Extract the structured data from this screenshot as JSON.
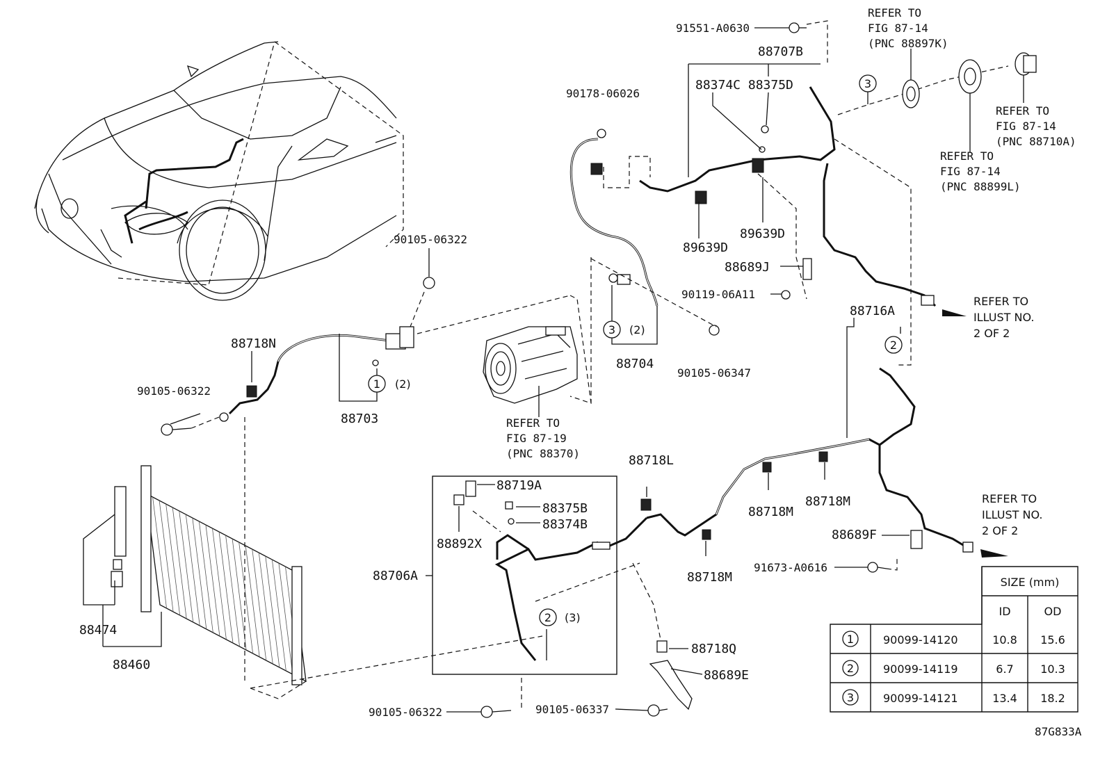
{
  "labels": {
    "p91551": "91551-A0630",
    "p88707b": "88707B",
    "p88374c_88375d": "88374C 88375D",
    "p90178": "90178-06026",
    "p89639d_a": "89639D",
    "p89639d_b": "89639D",
    "p88689j": "88689J",
    "p90119": "90119-06A11",
    "p88716a": "88716A",
    "p88704": "88704",
    "p90105_06347": "90105-06347",
    "p90105_06322_top": "90105-06322",
    "p88718n": "88718N",
    "p90105_06322_left": "90105-06322",
    "p88703": "88703",
    "p88718l": "88718L",
    "p88719a": "88719A",
    "p88375b": "88375B",
    "p88374b": "88374B",
    "p88892x": "88892X",
    "p88706a": "88706A",
    "p88718m_a": "88718M",
    "p88718m_b": "88718M",
    "p88718m_c": "88718M",
    "p88689f": "88689F",
    "p91673": "91673-A0616",
    "p88718q": "88718Q",
    "p88689e": "88689E",
    "p90105_06322_bottom": "90105-06322",
    "p90105_06337": "90105-06337",
    "p88474": "88474",
    "p88460": "88460",
    "diagram_id": "87G833A"
  },
  "callouts": {
    "c1_qty": "(2)",
    "c2_qty": "(3)",
    "c3_qty": "(2)",
    "c1": "1",
    "c2": "2",
    "c3": "3"
  },
  "refer_notes": {
    "r_88897k": [
      "REFER TO",
      "FIG 87-14",
      "(PNC 88897K)"
    ],
    "r_88710a": [
      "REFER TO",
      "FIG 87-14",
      "(PNC 88710A)"
    ],
    "r_88899l": [
      "REFER TO",
      "FIG 87-14",
      "(PNC 88899L)"
    ],
    "r_illust_top": [
      "REFER TO",
      "ILLUST NO.",
      "2 OF 2"
    ],
    "r_88370": [
      "REFER TO",
      "FIG 87-19",
      "(PNC 88370)"
    ],
    "r_illust_bottom": [
      "REFER TO",
      "ILLUST NO.",
      "2 OF 2"
    ]
  },
  "size_table": {
    "title": "SIZE (mm)",
    "col_id": "ID",
    "col_od": "OD",
    "rows": [
      {
        "no": "1",
        "part": "90099-14120",
        "id": "10.8",
        "od": "15.6"
      },
      {
        "no": "2",
        "part": "90099-14119",
        "id": "6.7",
        "od": "10.3"
      },
      {
        "no": "3",
        "part": "90099-14121",
        "id": "13.4",
        "od": "18.2"
      }
    ]
  }
}
